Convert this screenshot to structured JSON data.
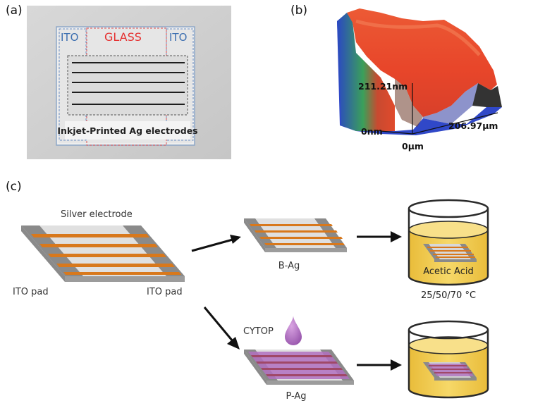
{
  "panel_a": {
    "label": "(a)",
    "left_pad_label": "ITO",
    "center_label": "GLASS",
    "right_pad_label": "ITO",
    "caption": "Inkjet-Printed  Ag electrodes"
  },
  "panel_b": {
    "label": "(b)",
    "height_label": "211.21nm",
    "zero_height_label": "0nm",
    "zero_length_label": "0µm",
    "length_label": "206.97µm"
  },
  "panel_c": {
    "label": "(c)",
    "silver_electrode": "Silver electrode",
    "ito_pad_left": "ITO pad",
    "ito_pad_right": "ITO pad",
    "bare_label": "B-Ag",
    "acid_label": "Acetic Acid",
    "temperature_label": "25/50/70 °C",
    "cytop_label": "CYTOP",
    "passivated_label": "P-Ag"
  },
  "colors": {
    "ito_blue": "#3d6fb0",
    "glass_red": "#e53030",
    "electrode_orange": "#d8781c",
    "cytop_purple": "#b070c0",
    "acid_yellow": "#f2cc4e",
    "surface_red": "#ec5230",
    "surface_blue": "#3050c8"
  }
}
